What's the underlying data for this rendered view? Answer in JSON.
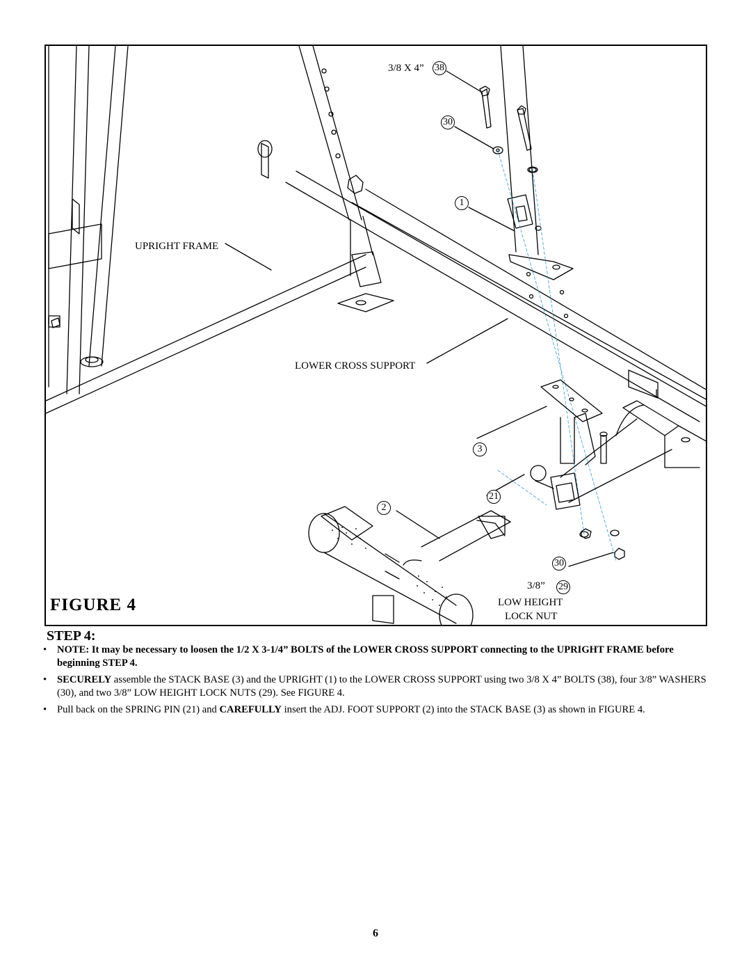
{
  "figure": {
    "title": "FIGURE  4",
    "labels": {
      "bolt_spec": "3/8 X 4”",
      "upright_frame": "UPRIGHT FRAME",
      "lower_cross_support": "LOWER CROSS SUPPORT",
      "nut_size": "3/8”",
      "low_height": "LOW HEIGHT",
      "lock_nut": "LOCK NUT"
    },
    "parts": {
      "p38": "38",
      "p30a": "30",
      "p1": "1",
      "p3": "3",
      "p21": "21",
      "p2": "2",
      "p30b": "30",
      "p29": "29"
    }
  },
  "step": {
    "heading": "STEP 4:",
    "bullet1": {
      "bold": "NOTE: It may be necessary to loosen the 1/2 X 3-1/4” BOLTS of the LOWER CROSS SUPPORT connecting to the UPRIGHT FRAME  before beginning STEP 4."
    },
    "bullet2": {
      "bold": "SECURELY",
      "text": " assemble the STACK BASE (3) and the UPRIGHT (1) to the LOWER CROSS SUPPORT using two 3/8 X 4” BOLTS (38), four 3/8” WASHERS (30), and two 3/8” LOW HEIGHT LOCK NUTS (29). See FIGURE 4."
    },
    "bullet3": {
      "text_a": "Pull back on the SPRING PIN (21) and ",
      "bold": "CAREFULLY",
      "text_b": " insert the ADJ. FOOT SUPPORT (2) into the STACK BASE (3) as shown in FIGURE 4."
    }
  },
  "page_number": "6"
}
